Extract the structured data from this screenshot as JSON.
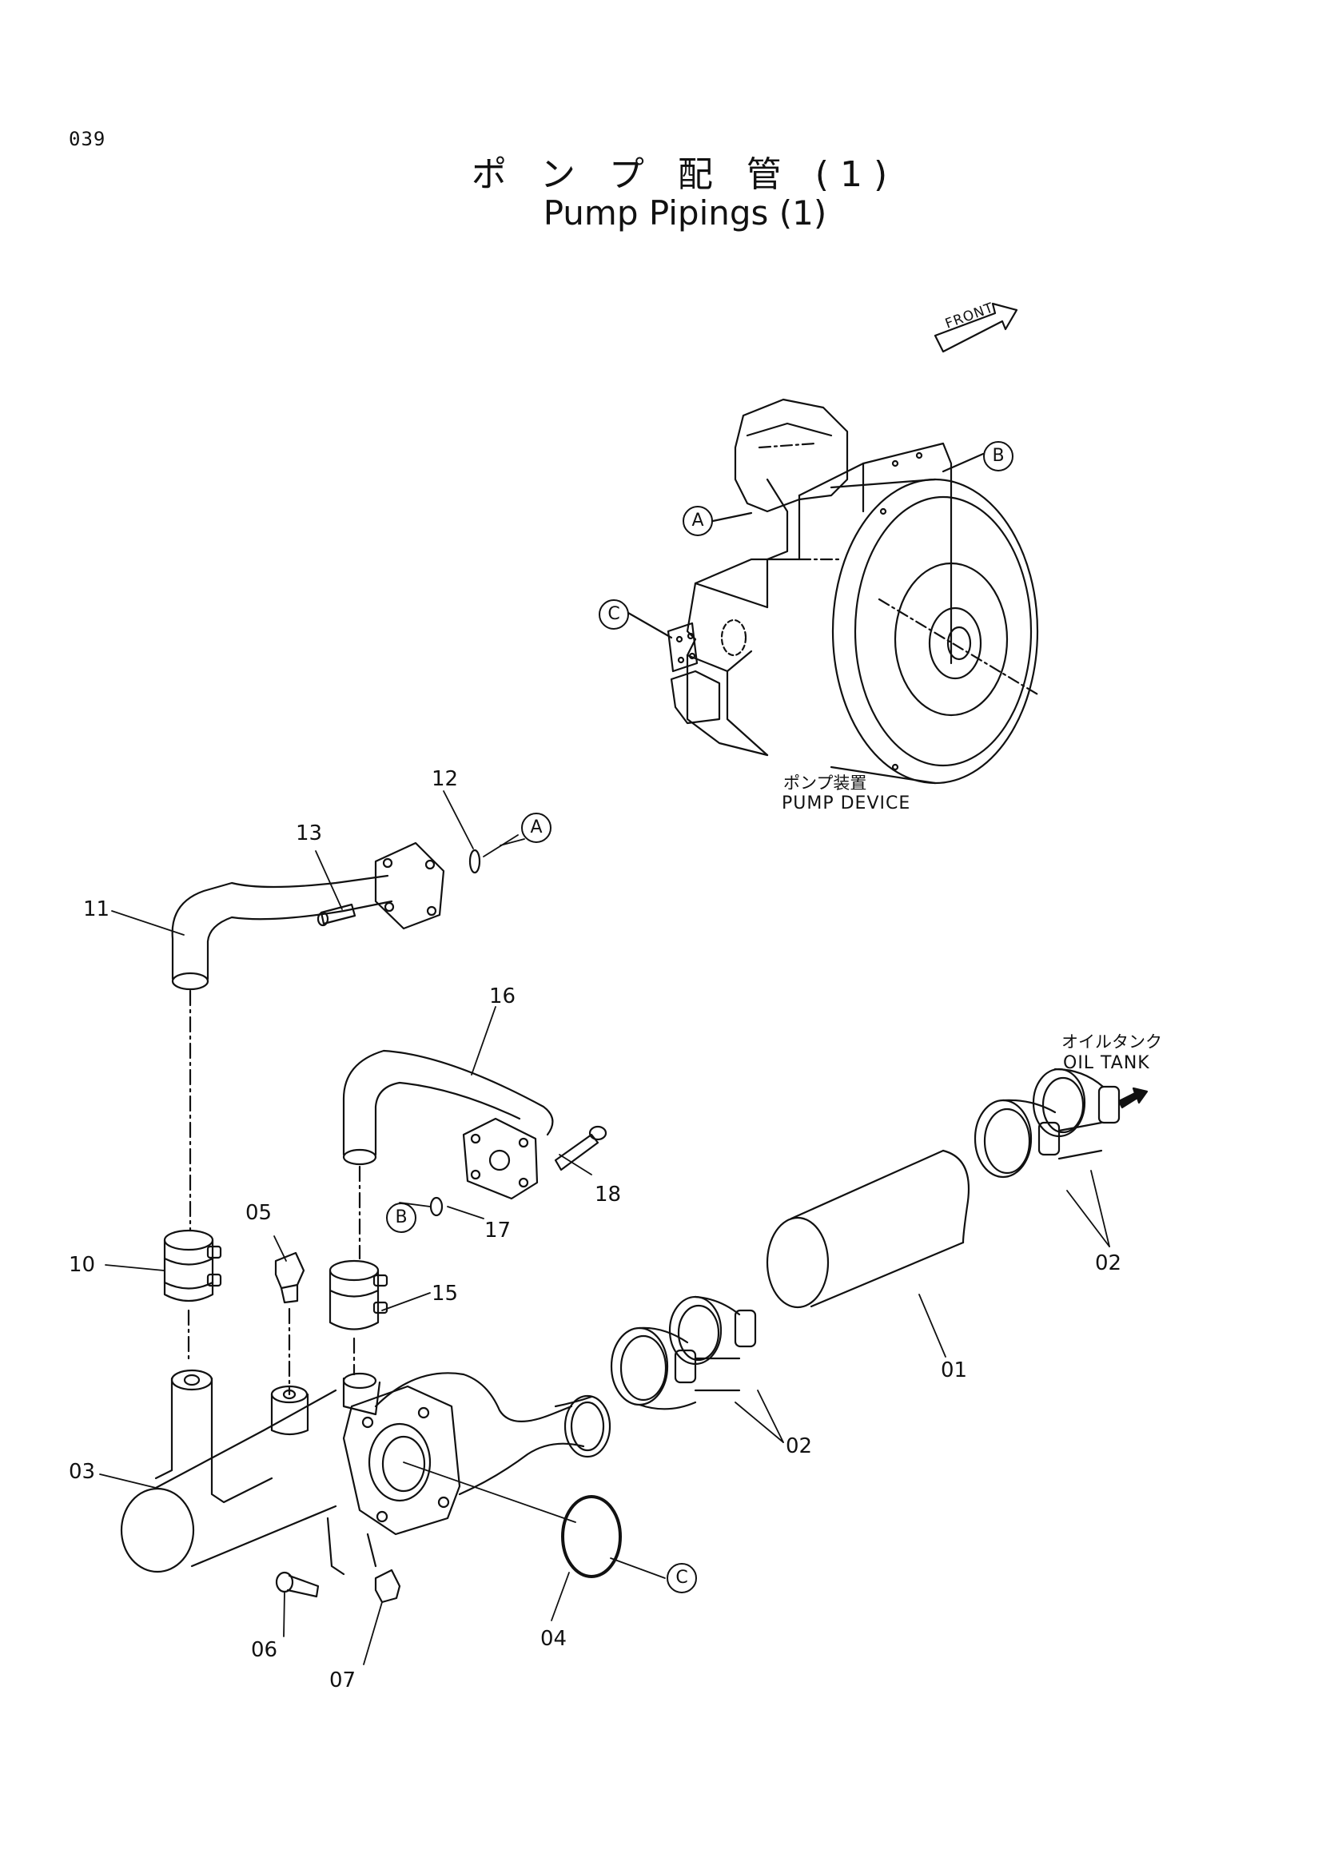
{
  "page_number": "039",
  "title": {
    "jp": "ポ ン プ 配 管 (1)",
    "en": "Pump Pipings (1)"
  },
  "front_label": "FRONT",
  "pump_device_label": {
    "jp": "ポンプ装置",
    "en": "PUMP DEVICE"
  },
  "oil_tank_label": {
    "jp": "オイルタンク",
    "en": "OIL TANK"
  },
  "reference_markers": [
    "A",
    "B",
    "C"
  ],
  "part_callouts": [
    "01",
    "02",
    "02",
    "03",
    "04",
    "05",
    "06",
    "07",
    "10",
    "11",
    "12",
    "13",
    "15",
    "16",
    "17",
    "18"
  ]
}
